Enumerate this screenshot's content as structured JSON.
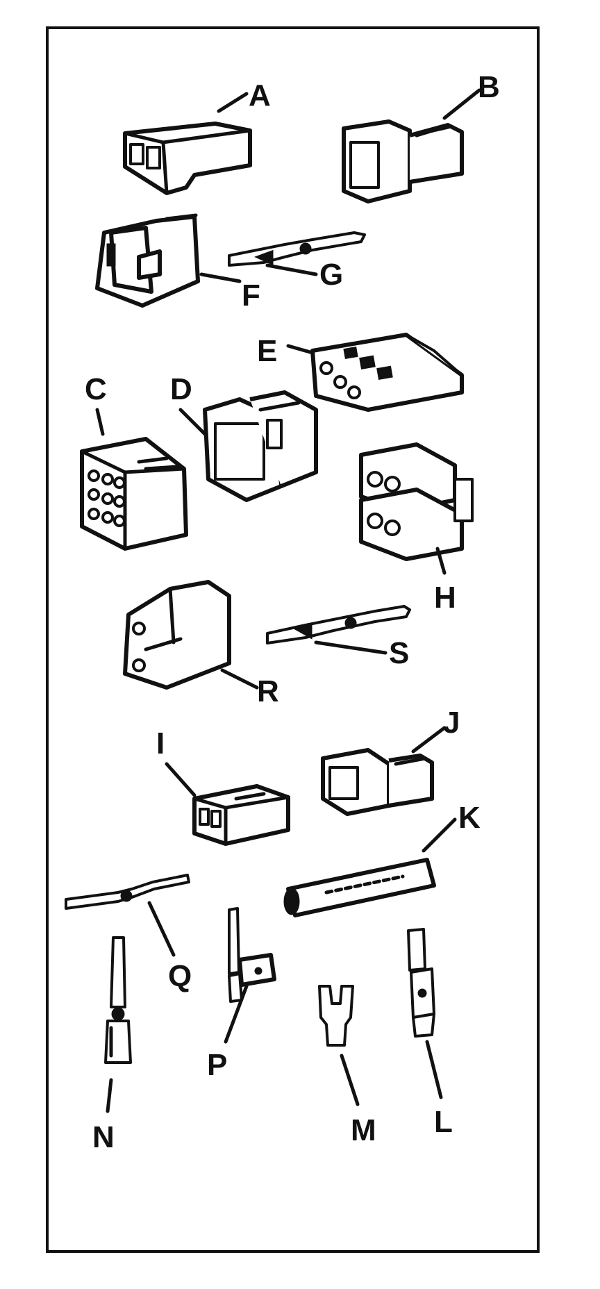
{
  "labels": {
    "A": "A",
    "B": "B",
    "C": "C",
    "D": "D",
    "E": "E",
    "F": "F",
    "G": "G",
    "H": "H",
    "I": "I",
    "J": "J",
    "K": "K",
    "L": "L",
    "M": "M",
    "N": "N",
    "P": "P",
    "Q": "Q",
    "R": "R",
    "S": "S"
  },
  "colors": {
    "ink": "#111111",
    "paper": "#ffffff"
  }
}
